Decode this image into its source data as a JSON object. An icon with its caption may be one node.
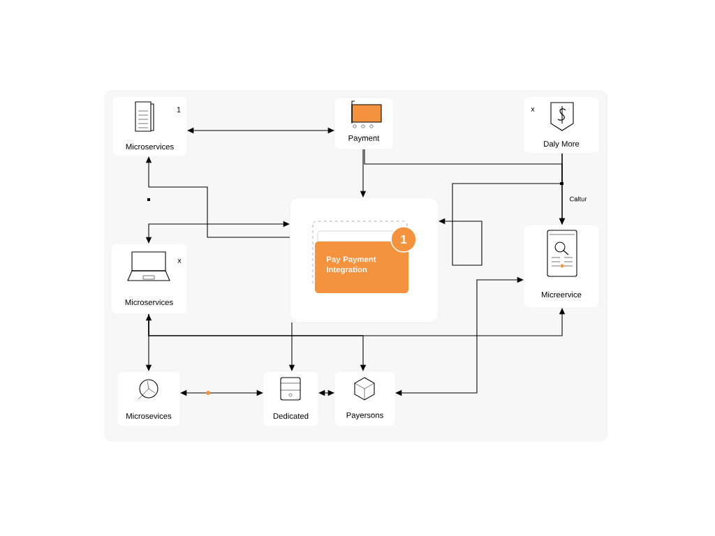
{
  "diagram": {
    "nodes": [
      {
        "text": [
          "Microservices",
          "1"
        ]
      },
      {
        "text": [
          "Payment"
        ]
      },
      {
        "text": [
          "Daly More",
          "x"
        ]
      },
      {
        "text": [],
        "shape": "box"
      },
      {
        "text": [
          "Pay Payment Integration"
        ],
        "in": 3
      },
      {
        "text": [
          "1"
        ],
        "in": 3
      },
      {
        "text": [
          "Microservices",
          "x"
        ]
      },
      {
        "text": [
          "Micreervice"
        ]
      },
      {
        "text": [
          "Microsevices"
        ]
      },
      {
        "text": [
          "Dedicated"
        ]
      },
      {
        "text": [
          "Payersons"
        ]
      }
    ],
    "edges": [
      {
        "from": 0,
        "to": 1,
        "arrow": "both"
      },
      {
        "from": 1,
        "to": 3,
        "arrow": "to"
      },
      {
        "from": 1,
        "to": 7,
        "arrow": "to"
      },
      {
        "from": 2,
        "to": 7,
        "arrow": "to",
        "label": "Caltur"
      },
      {
        "from": 2,
        "to": 3,
        "arrow": "to"
      },
      {
        "from": 6,
        "to": 3,
        "arrow": "both"
      },
      {
        "from": 3,
        "to": 0,
        "arrow": "to"
      },
      {
        "from": 3,
        "to": 9,
        "arrow": "to"
      },
      {
        "from": 6,
        "to": 8,
        "arrow": "both"
      },
      {
        "from": 6,
        "to": 7,
        "arrow": "to"
      },
      {
        "from": 6,
        "to": 10,
        "arrow": "to"
      },
      {
        "from": 8,
        "to": 9,
        "arrow": "both"
      },
      {
        "from": 9,
        "to": 10,
        "arrow": "both"
      },
      {
        "from": 10,
        "to": 7,
        "arrow": "both"
      }
    ]
  }
}
